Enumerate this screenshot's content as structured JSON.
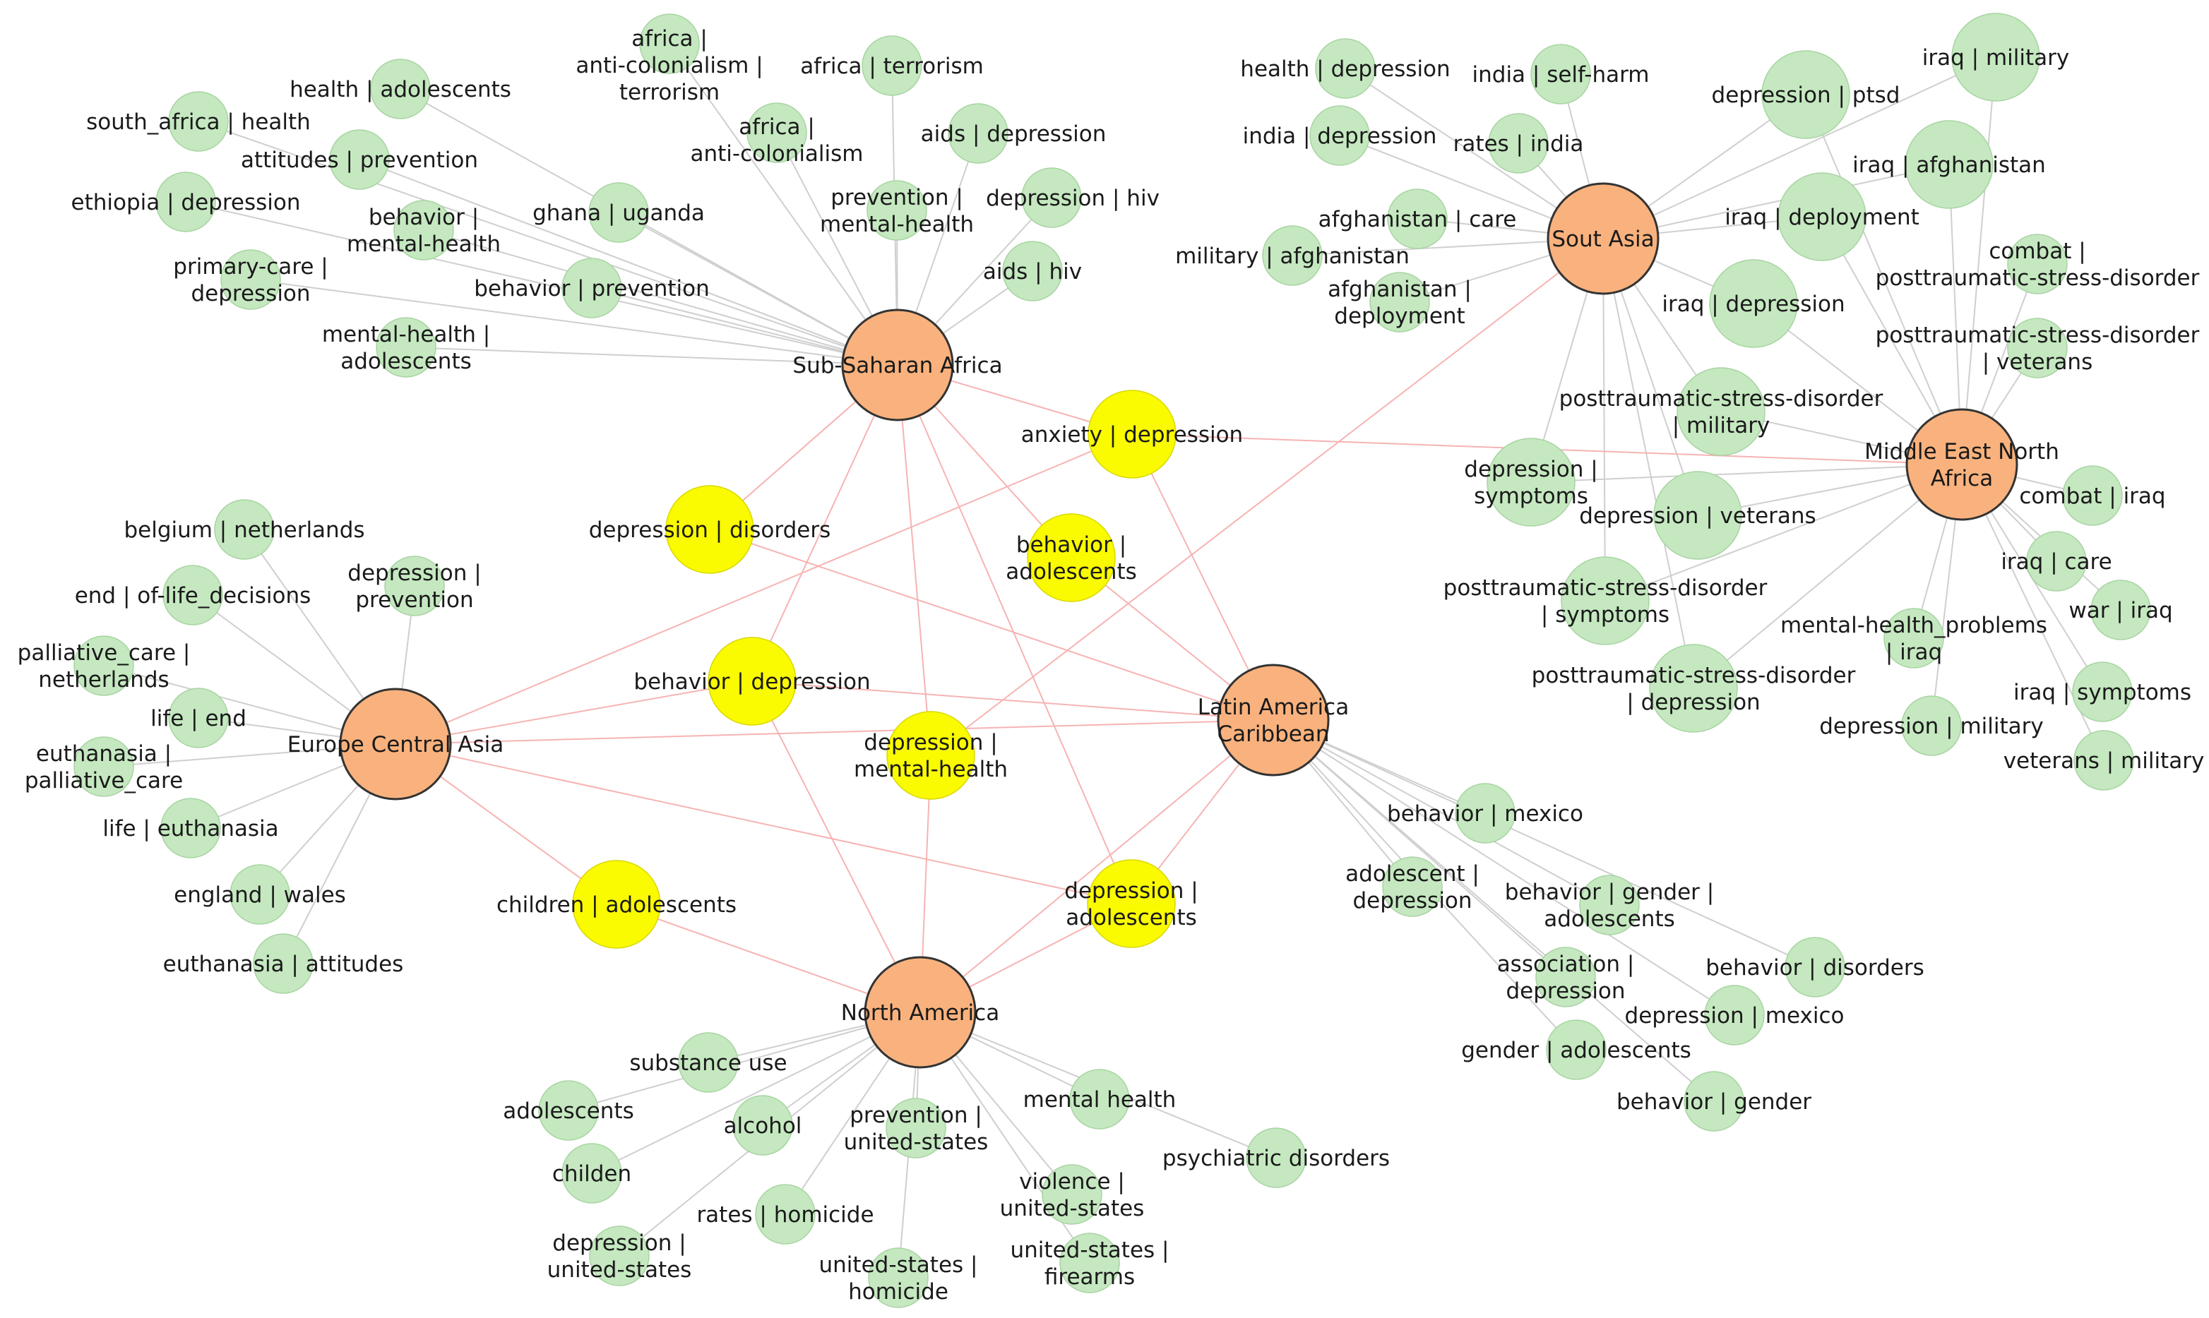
{
  "regions": [
    {
      "id": "ssa",
      "label": [
        "Sub-Saharan Africa"
      ]
    },
    {
      "id": "sa",
      "label": [
        "Sout Asia"
      ]
    },
    {
      "id": "mena",
      "label": [
        "Middle East North",
        "Africa"
      ]
    },
    {
      "id": "eca",
      "label": [
        "Europe Central Asia"
      ]
    },
    {
      "id": "lac",
      "label": [
        "Latin America",
        "Caribbean"
      ]
    },
    {
      "id": "na",
      "label": [
        "North America"
      ]
    }
  ],
  "shared_topics": [
    {
      "id": "anxiety_depression",
      "label": [
        "anxiety | depression"
      ],
      "links": [
        "ssa",
        "mena",
        "eca",
        "lac"
      ]
    },
    {
      "id": "depression_disorders",
      "label": [
        "depression | disorders"
      ],
      "links": [
        "ssa",
        "lac"
      ]
    },
    {
      "id": "behavior_adolescents",
      "label": [
        "behavior |",
        "adolescents"
      ],
      "links": [
        "ssa",
        "lac"
      ]
    },
    {
      "id": "behavior_depression",
      "label": [
        "behavior | depression"
      ],
      "links": [
        "ssa",
        "eca",
        "lac",
        "na"
      ]
    },
    {
      "id": "depression_mental_health",
      "label": [
        "depression |",
        "mental-health"
      ],
      "links": [
        "ssa",
        "sa",
        "na"
      ]
    },
    {
      "id": "children_adolescents",
      "label": [
        "children | adolescents"
      ],
      "links": [
        "eca",
        "na"
      ]
    },
    {
      "id": "depression_adolescents",
      "label": [
        "depression |",
        "adolescents"
      ],
      "links": [
        "ssa",
        "eca",
        "na",
        "lac"
      ]
    }
  ],
  "region_links": [
    [
      "eca",
      "lac"
    ],
    [
      "na",
      "lac"
    ]
  ],
  "region_topics": [
    {
      "region": "ssa",
      "topics": [
        {
          "id": "ssa_1",
          "label": [
            "africa |",
            "anti-colonialism |",
            "terrorism"
          ]
        },
        {
          "id": "ssa_2",
          "label": [
            "africa | terrorism"
          ]
        },
        {
          "id": "ssa_3",
          "label": [
            "health | adolescents"
          ]
        },
        {
          "id": "ssa_4",
          "label": [
            "south_africa | health"
          ]
        },
        {
          "id": "ssa_5",
          "label": [
            "africa |",
            "anti-colonialism"
          ]
        },
        {
          "id": "ssa_6",
          "label": [
            "aids | depression"
          ]
        },
        {
          "id": "ssa_7",
          "label": [
            "attitudes | prevention"
          ]
        },
        {
          "id": "ssa_8",
          "label": [
            "ethiopia | depression"
          ]
        },
        {
          "id": "ssa_9",
          "label": [
            "behavior |",
            "mental-health"
          ]
        },
        {
          "id": "ssa_10",
          "label": [
            "ghana | uganda"
          ]
        },
        {
          "id": "ssa_11",
          "label": [
            "prevention |",
            "mental-health"
          ]
        },
        {
          "id": "ssa_12",
          "label": [
            "depression | hiv"
          ]
        },
        {
          "id": "ssa_13",
          "label": [
            "primary-care |",
            "depression"
          ]
        },
        {
          "id": "ssa_14",
          "label": [
            "behavior | prevention"
          ]
        },
        {
          "id": "ssa_15",
          "label": [
            "aids | hiv"
          ]
        },
        {
          "id": "ssa_16",
          "label": [
            "mental-health |",
            "adolescents"
          ]
        }
      ]
    },
    {
      "region": "sa",
      "topics": [
        {
          "id": "sa_1",
          "label": [
            "health | depression"
          ]
        },
        {
          "id": "sa_2",
          "label": [
            "india | self-harm"
          ]
        },
        {
          "id": "sa_3",
          "label": [
            "india | depression"
          ]
        },
        {
          "id": "sa_4",
          "label": [
            "rates | india"
          ]
        },
        {
          "id": "sa_5",
          "label": [
            "afghanistan | care"
          ]
        },
        {
          "id": "sa_6",
          "label": [
            "military | afghanistan"
          ]
        },
        {
          "id": "sa_7",
          "label": [
            "afghanistan |",
            "deployment"
          ]
        }
      ]
    },
    {
      "region": "sa_mena",
      "topics": [
        {
          "id": "sm_1",
          "label": [
            "iraq | military"
          ]
        },
        {
          "id": "sm_2",
          "label": [
            "depression | ptsd"
          ]
        },
        {
          "id": "sm_3",
          "label": [
            "iraq | afghanistan"
          ]
        },
        {
          "id": "sm_4",
          "label": [
            "iraq | deployment"
          ]
        },
        {
          "id": "sm_5",
          "label": [
            "iraq | depression"
          ]
        },
        {
          "id": "sm_6",
          "label": [
            "posttraumatic-stress-disorder",
            "| military"
          ]
        },
        {
          "id": "sm_7",
          "label": [
            "depression |",
            "symptoms"
          ]
        },
        {
          "id": "sm_8",
          "label": [
            "depression | veterans"
          ]
        },
        {
          "id": "sm_9",
          "label": [
            "posttraumatic-stress-disorder",
            "| symptoms"
          ]
        },
        {
          "id": "sm_10",
          "label": [
            "posttraumatic-stress-disorder",
            "| depression"
          ]
        }
      ]
    },
    {
      "region": "mena",
      "topics": [
        {
          "id": "mena_1",
          "label": [
            "combat |",
            "posttraumatic-stress-disorder"
          ]
        },
        {
          "id": "mena_2",
          "label": [
            "posttraumatic-stress-disorder",
            "| veterans"
          ]
        },
        {
          "id": "mena_3",
          "label": [
            "combat | iraq"
          ]
        },
        {
          "id": "mena_4",
          "label": [
            "iraq | care"
          ]
        },
        {
          "id": "mena_5",
          "label": [
            "war | iraq"
          ]
        },
        {
          "id": "mena_6",
          "label": [
            "mental-health_problems",
            "| iraq"
          ]
        },
        {
          "id": "mena_7",
          "label": [
            "iraq | symptoms"
          ]
        },
        {
          "id": "mena_8",
          "label": [
            "depression | military"
          ]
        },
        {
          "id": "mena_9",
          "label": [
            "veterans | military"
          ]
        }
      ]
    },
    {
      "region": "eca",
      "topics": [
        {
          "id": "eca_1",
          "label": [
            "belgium | netherlands"
          ]
        },
        {
          "id": "eca_2",
          "label": [
            "depression |",
            "prevention"
          ]
        },
        {
          "id": "eca_3",
          "label": [
            "end | of-life_decisions"
          ]
        },
        {
          "id": "eca_4",
          "label": [
            "palliative_care |",
            "netherlands"
          ]
        },
        {
          "id": "eca_5",
          "label": [
            "life | end"
          ]
        },
        {
          "id": "eca_6",
          "label": [
            "euthanasia |",
            "palliative_care"
          ]
        },
        {
          "id": "eca_7",
          "label": [
            "life | euthanasia"
          ]
        },
        {
          "id": "eca_8",
          "label": [
            "england | wales"
          ]
        },
        {
          "id": "eca_9",
          "label": [
            "euthanasia | attitudes"
          ]
        }
      ]
    },
    {
      "region": "lac",
      "topics": [
        {
          "id": "lac_1",
          "label": [
            "behavior | mexico"
          ]
        },
        {
          "id": "lac_2",
          "label": [
            "adolescent |",
            "depression"
          ]
        },
        {
          "id": "lac_3",
          "label": [
            "behavior | gender |",
            "adolescents"
          ]
        },
        {
          "id": "lac_4",
          "label": [
            "association |",
            "depression"
          ]
        },
        {
          "id": "lac_5",
          "label": [
            "behavior | disorders"
          ]
        },
        {
          "id": "lac_6",
          "label": [
            "depression | mexico"
          ]
        },
        {
          "id": "lac_7",
          "label": [
            "gender | adolescents"
          ]
        },
        {
          "id": "lac_8",
          "label": [
            "behavior | gender"
          ]
        }
      ]
    },
    {
      "region": "na",
      "topics": [
        {
          "id": "na_1",
          "label": [
            "substance use"
          ]
        },
        {
          "id": "na_2",
          "label": [
            "adolescents"
          ]
        },
        {
          "id": "na_3",
          "label": [
            "alcohol"
          ]
        },
        {
          "id": "na_4",
          "label": [
            "prevention |",
            "united-states"
          ]
        },
        {
          "id": "na_5",
          "label": [
            "mental health"
          ]
        },
        {
          "id": "na_6",
          "label": [
            "childen"
          ]
        },
        {
          "id": "na_7",
          "label": [
            "psychiatric disorders"
          ]
        },
        {
          "id": "na_8",
          "label": [
            "violence |",
            "united-states"
          ]
        },
        {
          "id": "na_9",
          "label": [
            "rates | homicide"
          ]
        },
        {
          "id": "na_10",
          "label": [
            "depression |",
            "united-states"
          ]
        },
        {
          "id": "na_11",
          "label": [
            "united-states |",
            "homicide"
          ]
        },
        {
          "id": "na_12",
          "label": [
            "united-states |",
            "firearms"
          ]
        }
      ]
    }
  ],
  "colors": {
    "region_fill": "#f9b27d",
    "shared_fill": "#fafa00",
    "topic_fill": "#c5e8c0",
    "edge_region": "#cfcfcf",
    "edge_shared": "#f7b3b3"
  }
}
